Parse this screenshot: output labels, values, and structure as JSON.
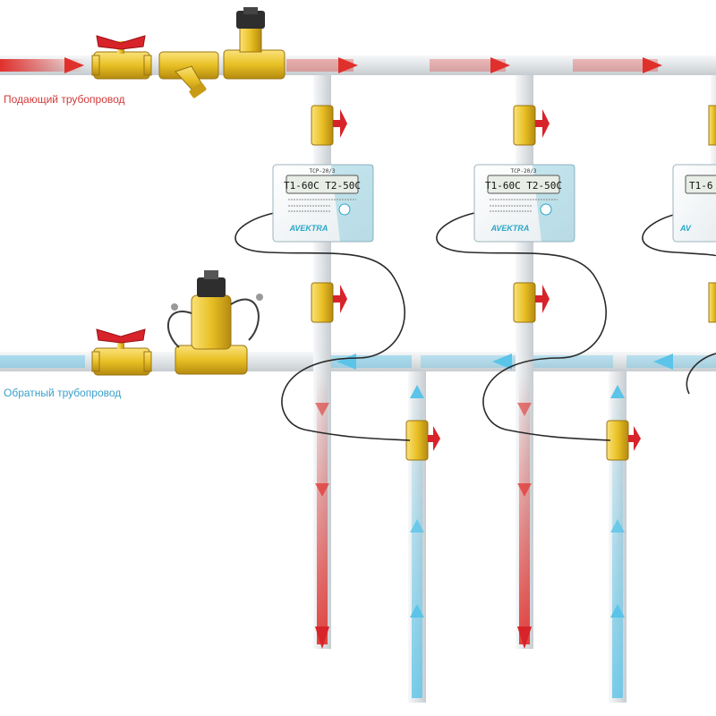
{
  "labels": {
    "supply": "Подающий трубопровод",
    "return": "Обратный трубопровод"
  },
  "meter": {
    "model": "TCP-20/3",
    "display": "T1-60C T2-50C",
    "brand": "AVEKTRA"
  },
  "colors": {
    "supply": "#e0302c",
    "return": "#5bc4e8",
    "pipe": "#e9ecef",
    "brass": "#e8c025",
    "handle": "#d8232a",
    "meter_body": "#f4f6f7",
    "meter_accent": "#2aa7c9",
    "cable": "#2a2a2a"
  }
}
